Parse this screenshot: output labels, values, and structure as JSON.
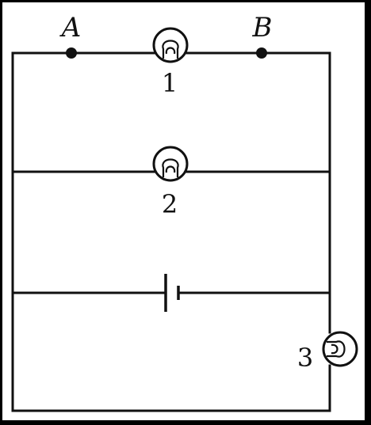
{
  "points": {
    "a": {
      "label": "A"
    },
    "b": {
      "label": "B"
    }
  },
  "lamps": [
    {
      "label": "1"
    },
    {
      "label": "2"
    },
    {
      "label": "3"
    }
  ]
}
